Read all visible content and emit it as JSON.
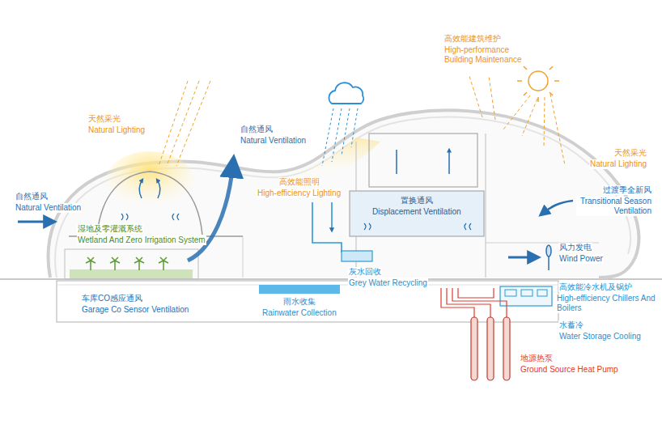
{
  "diagram": {
    "labels": [
      "高效能建筑维护",
      "High-performance Building Maintenance",
      "天然采光",
      "Natural Lighting",
      "自然通风",
      "Natural Ventilation",
      "天然采光",
      "Natural Lighting",
      "自然通风",
      "Natural Ventilation",
      "高效能照明",
      "High-efficiency Lighting",
      "置换通风",
      "Displacement Ventilation",
      "过渡季全新风",
      "Transitional Season Ventilation",
      "湿地及零灌溉系统",
      "Wetland And Zero Irrigation System",
      "风力发电",
      "Wind Power",
      "灰水回收",
      "Grey Water Recycling",
      "车库CO感应通风",
      "Garage Co Sensor Ventilation",
      "雨水收集",
      "Rainwater Collection",
      "高效能冷水机及锅炉",
      "High-efficiency Chillers And Boilers",
      "水蓄冷",
      "Water Storage Cooling",
      "地源热泵",
      "Ground Source Heat Pump"
    ]
  }
}
